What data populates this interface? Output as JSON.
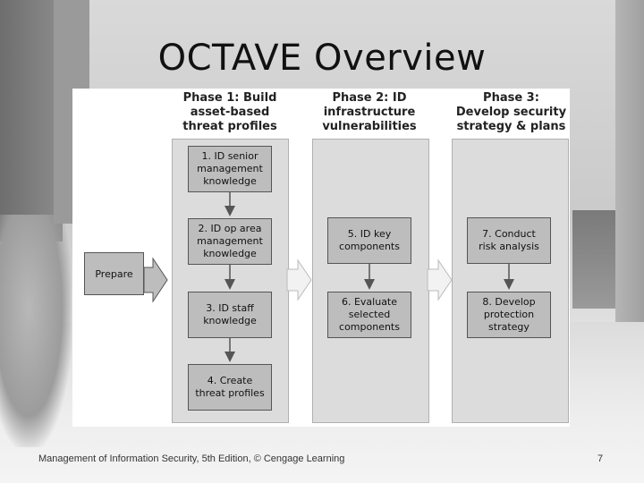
{
  "slide": {
    "title": "OCTAVE Overview",
    "footer": "Management of Information Security, 5th Edition, © Cengage Learning",
    "page_number": "7"
  },
  "diagram": {
    "prepare_label": "Prepare",
    "phases": [
      {
        "header": "Phase 1: Build\nasset-based\nthreat profiles",
        "steps": [
          "1. ID senior\nmanagement\nknowledge",
          "2. ID op area\nmanagement\nknowledge",
          "3. ID staff\nknowledge",
          "4. Create\nthreat profiles"
        ]
      },
      {
        "header": "Phase 2: ID\ninfrastructure\nvulnerabilities",
        "steps": [
          "5. ID key\ncomponents",
          "6. Evaluate\nselected\ncomponents"
        ]
      },
      {
        "header": "Phase 3:\nDevelop security\nstrategy & plans",
        "steps": [
          "7. Conduct\nrisk analysis",
          "8. Develop\nprotection\nstrategy"
        ]
      }
    ]
  }
}
